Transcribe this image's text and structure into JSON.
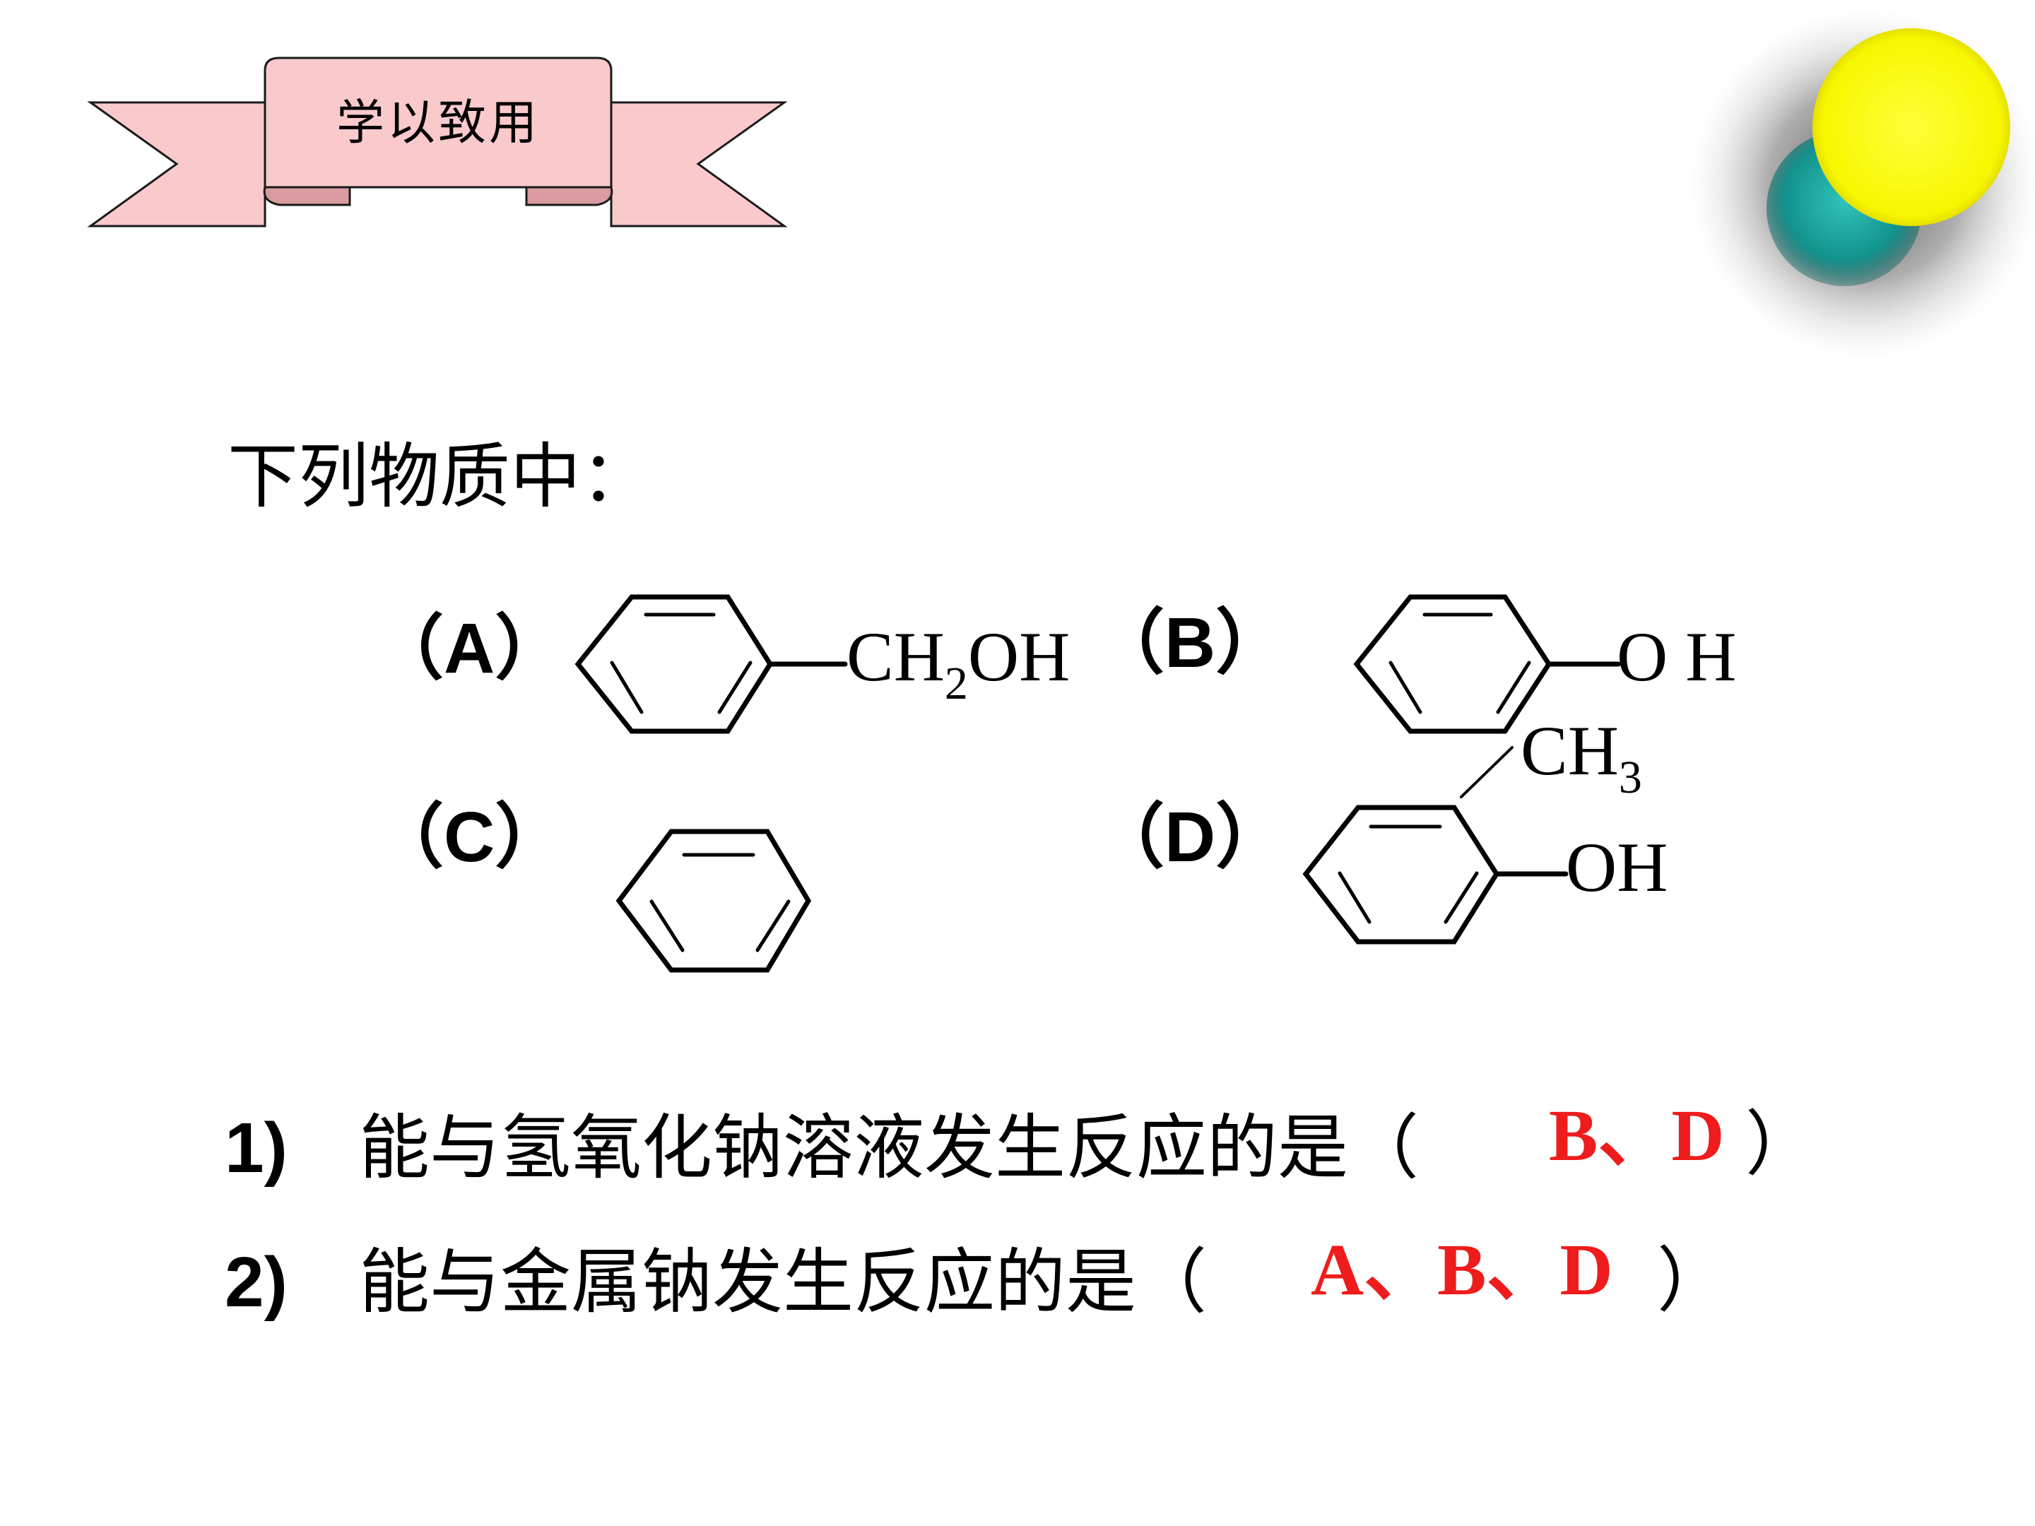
{
  "banner": {
    "title": "学以致用"
  },
  "intro": "下列物质中：",
  "options": {
    "a": {
      "label": "（A）",
      "formula_main": "CH",
      "formula_sub": "2",
      "formula_tail": "OH"
    },
    "b": {
      "label": "（B）",
      "formula": "O H"
    },
    "c": {
      "label": "（C）"
    },
    "d": {
      "label": "（D）",
      "top_main": "CH",
      "top_sub": "3",
      "side": "OH"
    }
  },
  "questions": [
    {
      "num": "1)",
      "text": "能与氢氧化钠溶液发生反应的是（",
      "answer": "B、D",
      "close": "）"
    },
    {
      "num": "2)",
      "text": "能与金属钠发生反应的是（",
      "answer": "A、B、D",
      "close": "）"
    }
  ],
  "colors": {
    "answer": "#ee1c1c",
    "banner_fill": "#f9c9cc",
    "sun": "#ffff00",
    "orb": "#1aa6a0"
  }
}
